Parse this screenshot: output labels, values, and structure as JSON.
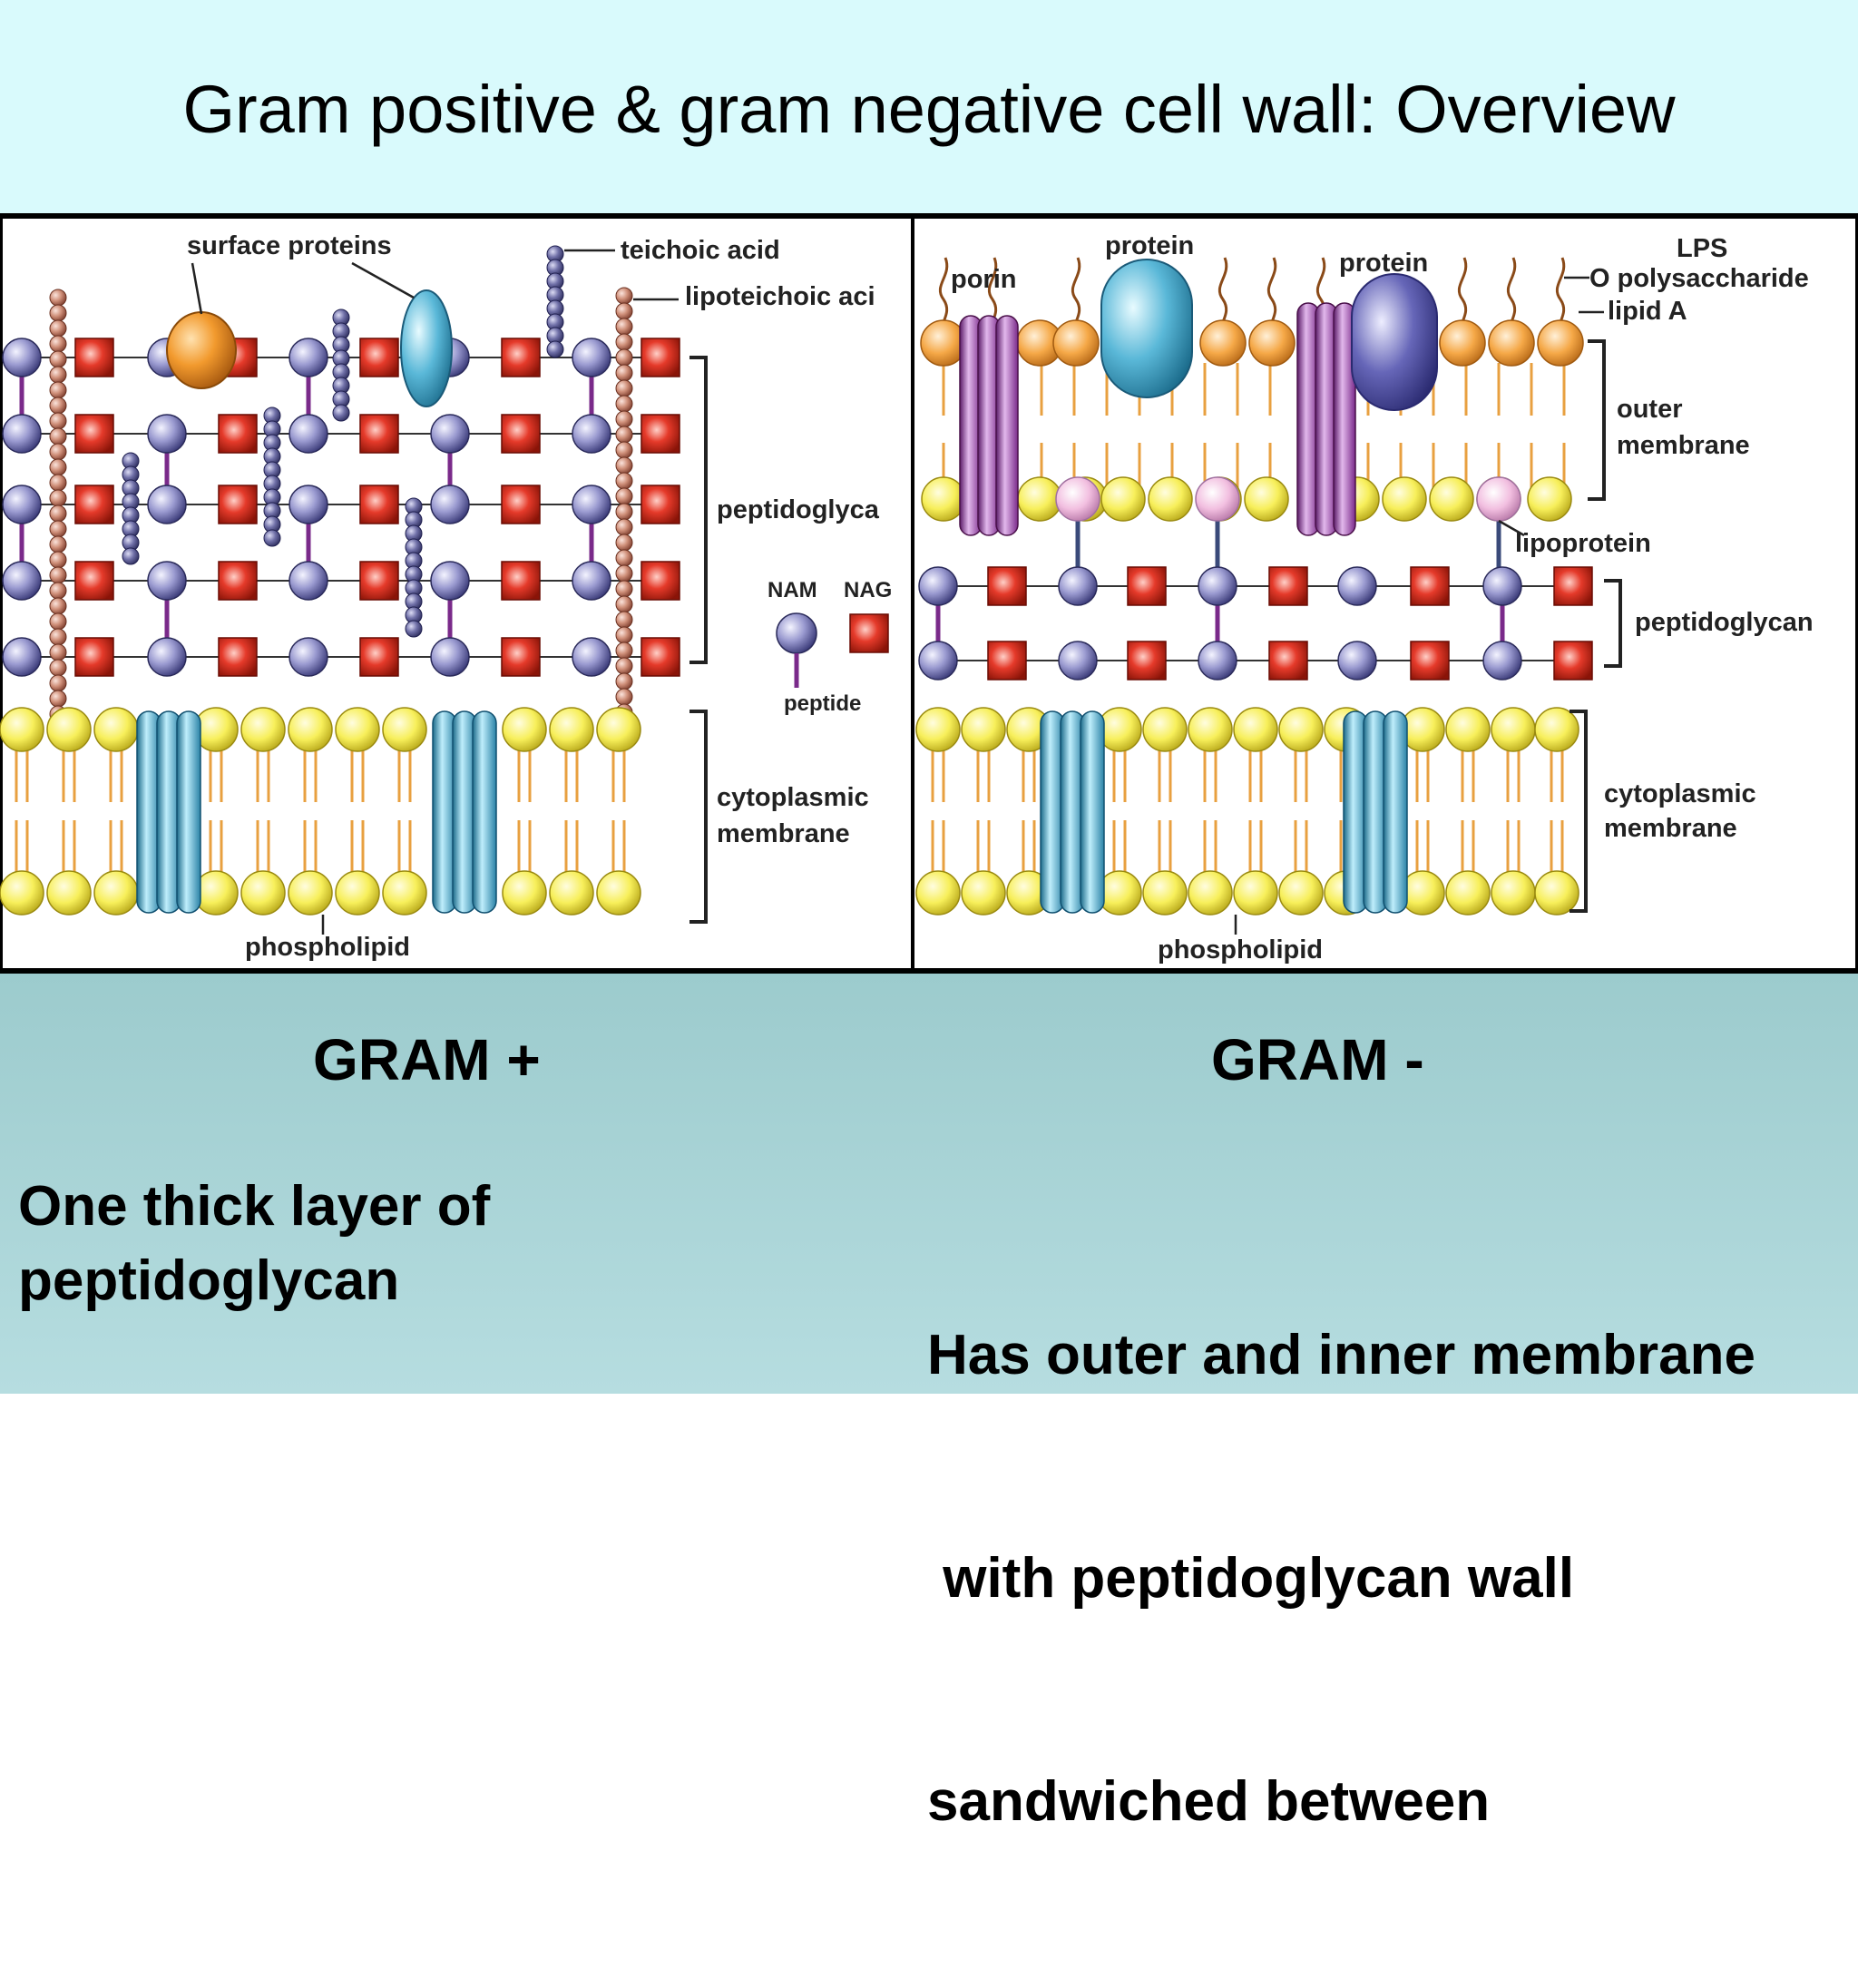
{
  "slide": {
    "title": "Gram positive & gram negative cell wall: Overview"
  },
  "gram_positive": {
    "labels": {
      "surface_proteins": "surface proteins",
      "teichoic_acid": "teichoic acid",
      "lipoteichoic_acid": "lipoteichoic aci",
      "peptidoglycan": "peptidoglyca",
      "cytoplasmic": "cytoplasmic",
      "membrane": "membrane",
      "phospholipid": "phospholipid"
    },
    "legend": {
      "nam": "NAM",
      "nag": "NAG",
      "peptide": "peptide"
    },
    "heading": "GRAM +",
    "description": [
      "One thick layer of",
      "peptidoglycan"
    ]
  },
  "gram_negative": {
    "labels": {
      "porin": "porin",
      "protein_1": "protein",
      "protein_2": "protein",
      "lps": "LPS",
      "o_polysaccharide": "O polysaccharide",
      "lipid_a": "lipid A",
      "outer": "outer",
      "membrane": "membrane",
      "lipoprotein": "lipoprotein",
      "peptidoglycan": "peptidoglycan",
      "cytoplasmic": "cytoplasmic",
      "cyto_membrane": "membrane",
      "phospholipid": "phospholipid"
    },
    "heading": "GRAM -",
    "description": [
      "Has outer and inner membrane",
      " with peptidoglycan wall",
      "sandwiched between"
    ]
  },
  "colors": {
    "header_bg": "#d9fafc",
    "footer_bg": "#aed6d9",
    "nam": "#9a9ad0",
    "nag": "#e03a2a",
    "phospholipid_head": "#f7ef5a",
    "phospholipid_tail": "#e8a040",
    "channel": "#5ab4d6",
    "porin": "#9a4aa8",
    "lps_head": "#f5a847",
    "lipoprotein": "#f2bfe0",
    "teichoic_bead": "#7070a8",
    "lipoteichoic_bead": "#d0907a"
  }
}
